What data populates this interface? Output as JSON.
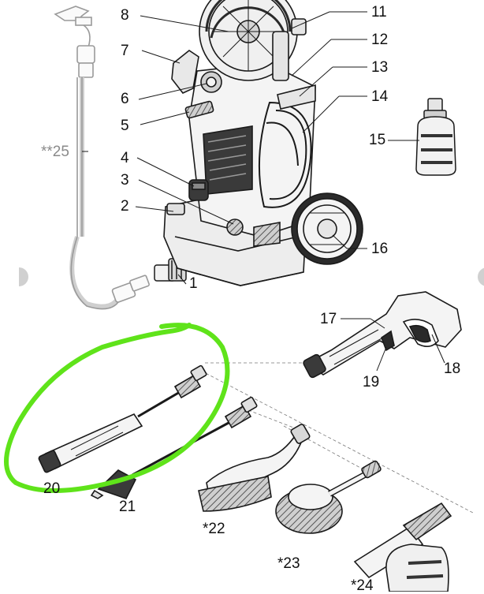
{
  "labels": {
    "p1": "1",
    "p2": "2",
    "p3": "3",
    "p4": "4",
    "p5": "5",
    "p6": "6",
    "p7": "7",
    "p8": "8",
    "p11": "11",
    "p12": "12",
    "p13": "13",
    "p14": "14",
    "p15": "15",
    "p16": "16",
    "p17": "17",
    "p18": "18",
    "p19": "19",
    "p20": "20",
    "p21": "21",
    "p22": "*22",
    "p23": "*23",
    "p24": "*24",
    "p25": "**25"
  },
  "highlight": {
    "color": "#5fe31a",
    "target_part": "20"
  },
  "colors": {
    "line": "#1a1a1a",
    "grey_parts": "#9a9a9a",
    "fill_light": "#f2f2f2",
    "fill_dark": "#3a3a3a"
  }
}
